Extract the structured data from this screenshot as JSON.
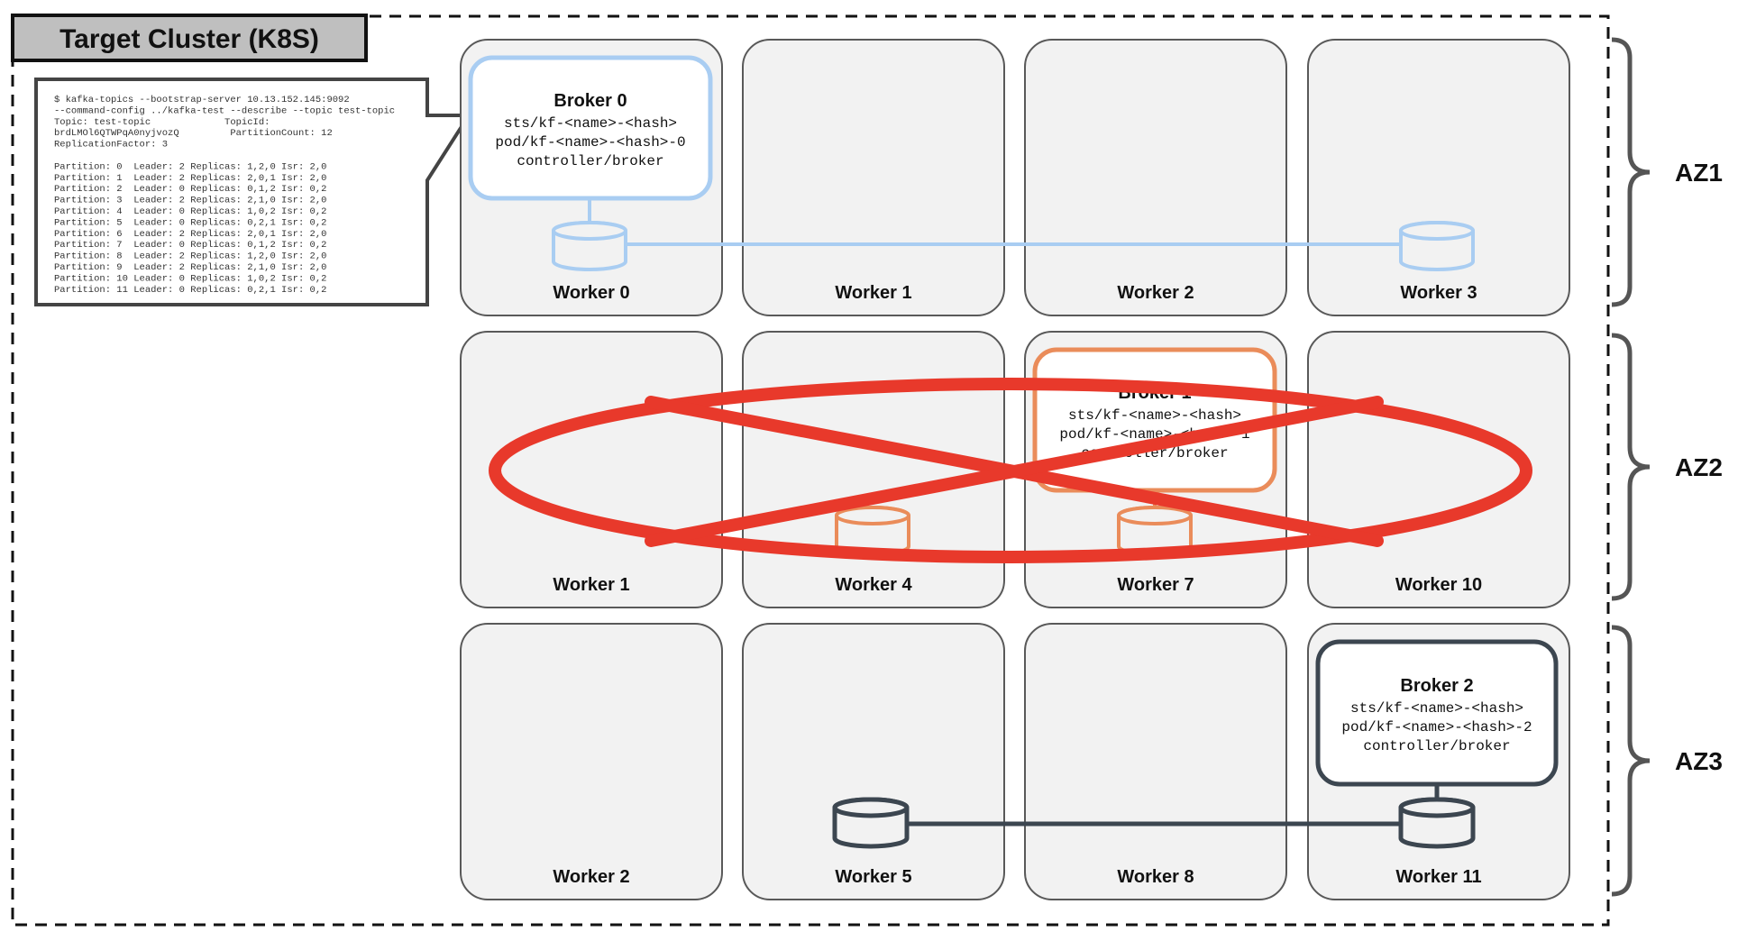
{
  "cluster": {
    "title": "Target Cluster (K8S)"
  },
  "terminal": {
    "lines": [
      "$ kafka-topics --bootstrap-server 10.13.152.145:9092",
      "--command-config ../kafka-test --describe --topic test-topic",
      "Topic: test-topic             TopicId:",
      "brdLMOl6QTWPqA0nyjvozQ         PartitionCount: 12",
      "ReplicationFactor: 3",
      "",
      "Partition: 0  Leader: 2 Replicas: 1,2,0 Isr: 2,0",
      "Partition: 1  Leader: 2 Replicas: 2,0,1 Isr: 2,0",
      "Partition: 2  Leader: 0 Replicas: 0,1,2 Isr: 0,2",
      "Partition: 3  Leader: 2 Replicas: 2,1,0 Isr: 2,0",
      "Partition: 4  Leader: 0 Replicas: 1,0,2 Isr: 0,2",
      "Partition: 5  Leader: 0 Replicas: 0,2,1 Isr: 0,2",
      "Partition: 6  Leader: 2 Replicas: 2,0,1 Isr: 2,0",
      "Partition: 7  Leader: 0 Replicas: 0,1,2 Isr: 0,2",
      "Partition: 8  Leader: 2 Replicas: 1,2,0 Isr: 2,0",
      "Partition: 9  Leader: 2 Replicas: 2,1,0 Isr: 2,0",
      "Partition: 10 Leader: 0 Replicas: 1,0,2 Isr: 0,2",
      "Partition: 11 Leader: 0 Replicas: 0,2,1 Isr: 0,2"
    ]
  },
  "zones": [
    {
      "label": "AZ1",
      "workers": [
        "Worker 0",
        "Worker 1",
        "Worker 2",
        "Worker 3"
      ]
    },
    {
      "label": "AZ2",
      "workers": [
        "Worker 1",
        "Worker 4",
        "Worker 7",
        "Worker 10"
      ]
    },
    {
      "label": "AZ3",
      "workers": [
        "Worker 2",
        "Worker 5",
        "Worker 8",
        "Worker 11"
      ]
    }
  ],
  "brokers": [
    {
      "title": "Broker 0",
      "lines": [
        "sts/kf-<name>-<hash>",
        "pod/kf-<name>-<hash>-0",
        "controller/broker"
      ],
      "color": "#a9cdf2"
    },
    {
      "title": "Broker 1",
      "lines": [
        "sts/kf-<name>-<hash>",
        "pod/kf-<name>-<hash>-1",
        "controller/broker"
      ],
      "color": "#ea8c5a"
    },
    {
      "title": "Broker 2",
      "lines": [
        "sts/kf-<name>-<hash>",
        "pod/kf-<name>-<hash>-2",
        "controller/broker"
      ],
      "color": "#3c4650"
    }
  ],
  "colors": {
    "az1_replication": "#a9cdf2",
    "az2_replication": "#ea8c5a",
    "az3_replication": "#3c4650",
    "failure_mark": "#e8392b",
    "worker_fill": "#f2f2f2",
    "worker_stroke": "#595959",
    "title_fill": "#bfbfbf"
  }
}
